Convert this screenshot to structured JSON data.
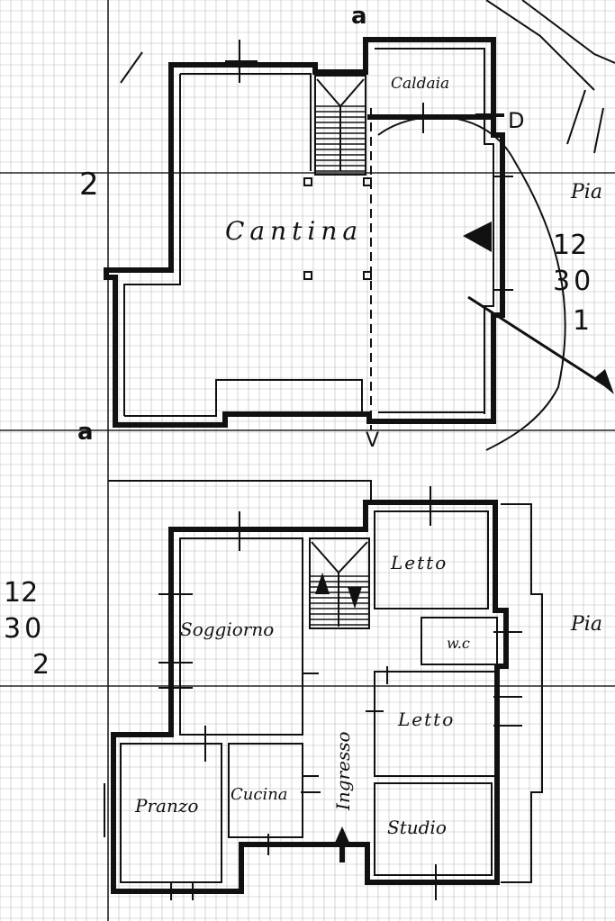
{
  "sheet": {
    "background_color": "#ffffff",
    "ink_color": "#111111",
    "grid_color": "#b9b9b9"
  },
  "basement": {
    "rooms": {
      "cantina": "Cantina",
      "caldaia": "Caldaia"
    },
    "section_markers": {
      "top": "a",
      "left": "a",
      "left_number": "2",
      "right_d": "D",
      "bottom_arrow": "V"
    },
    "sheet_ref": {
      "line1": "12",
      "line2": "30",
      "line3": "1"
    },
    "side_text": "Pia"
  },
  "ground_floor": {
    "rooms": {
      "soggiorno": "Soggiorno",
      "pranzo": "Pranzo",
      "cucina": "Cucina",
      "ingresso": "Ingresso",
      "letto_top": "Letto",
      "wc": "w.c",
      "letto_mid": "Letto",
      "studio": "Studio"
    },
    "sheet_ref": {
      "line1": "12",
      "line2": "30",
      "line3": "2"
    },
    "side_text": "Pia"
  }
}
